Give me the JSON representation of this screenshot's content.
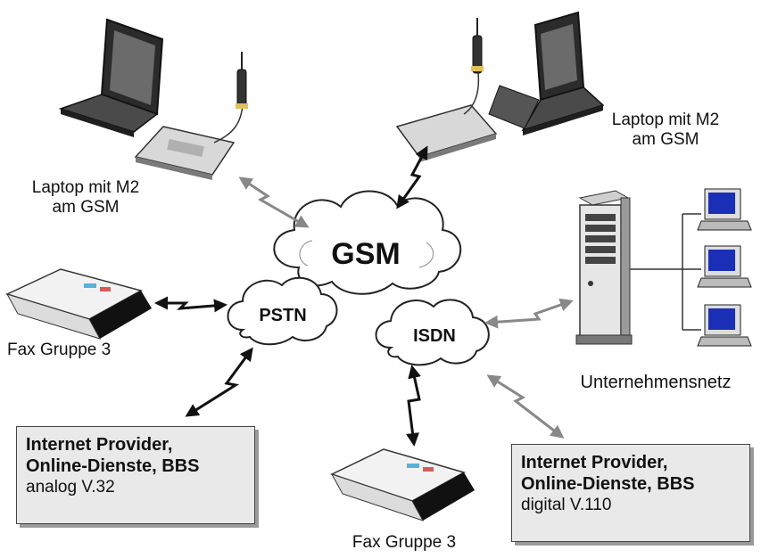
{
  "networks": {
    "gsm": "GSM",
    "pstn": "PSTN",
    "isdn": "ISDN"
  },
  "labels": {
    "laptop_left_line1": "Laptop mit M2",
    "laptop_left_line2": "am GSM",
    "laptop_right_line1": "Laptop mit M2",
    "laptop_right_line2": "am GSM",
    "fax_left": "Fax Gruppe 3",
    "fax_bottom": "Fax Gruppe 3",
    "corporate_network": "Unternehmensnetz"
  },
  "provider_analog": {
    "line1": "Internet Provider,",
    "line2": "Online-Dienste, BBS",
    "line3": "analog V.32"
  },
  "provider_digital": {
    "line1": "Internet Provider,",
    "line2": "Online-Dienste, BBS",
    "line3": "digital V.110"
  }
}
